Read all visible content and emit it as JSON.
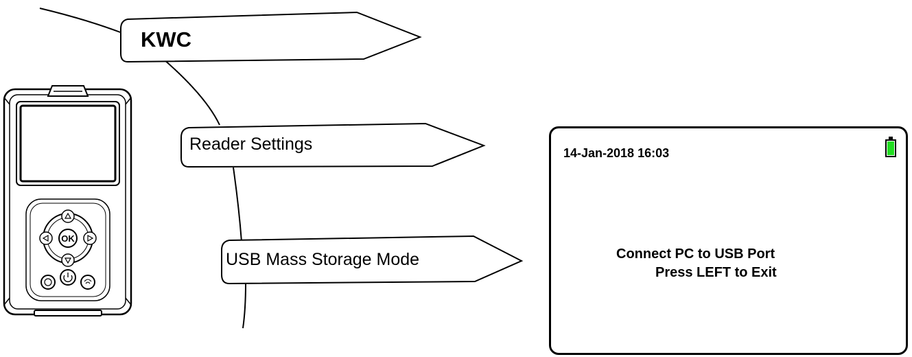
{
  "menu": {
    "root_label": "KWC",
    "items": [
      {
        "label": "Reader Settings"
      },
      {
        "label": "USB Mass Storage Mode"
      }
    ]
  },
  "device": {
    "ok_button_label": "OK"
  },
  "screen": {
    "datetime": "14-Jan-2018 16:03",
    "message_line1": "Connect PC to USB Port",
    "message_line2": "Press LEFT to Exit",
    "battery_color": "#22dd22"
  }
}
